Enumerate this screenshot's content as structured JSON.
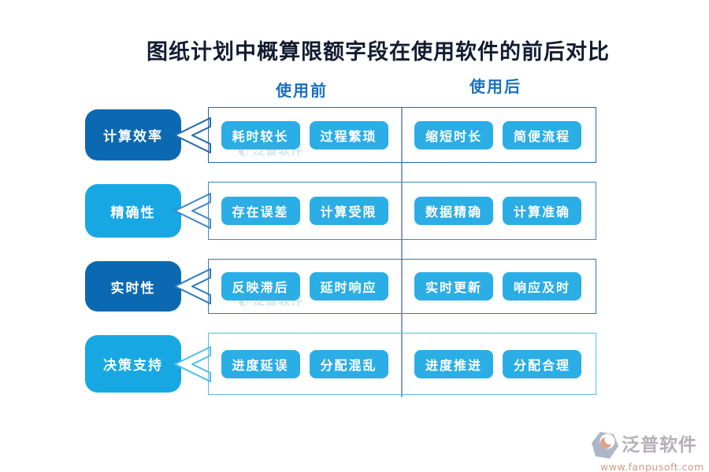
{
  "title": "图纸计划中概算限额字段在使用软件的前后对比",
  "columns": {
    "before": "使用前",
    "after": "使用后"
  },
  "rows": [
    {
      "category": "计算效率",
      "before": [
        "耗时较长",
        "过程繁琐"
      ],
      "after": [
        "缩短时长",
        "简便流程"
      ]
    },
    {
      "category": "精确性",
      "before": [
        "存在误差",
        "计算受限"
      ],
      "after": [
        "数据精确",
        "计算准确"
      ]
    },
    {
      "category": "实时性",
      "before": [
        "反映滞后",
        "延时响应"
      ],
      "after": [
        "实时更新",
        "响应及时"
      ]
    },
    {
      "category": "决策支持",
      "before": [
        "进度延误",
        "分配混乱"
      ],
      "after": [
        "进度推进",
        "分配合理"
      ]
    }
  ],
  "watermark": "泛普软件",
  "footer": {
    "brand": "泛普软件",
    "url": "www.fanpusoft.com"
  },
  "colors": {
    "category_dark": "#0b69b2",
    "category_light": "#17a8e4",
    "item_button": "#2bade6",
    "divider": "#8aa0b6",
    "header_text": "#1b70c0",
    "title_text": "#121c31",
    "footer_brand": "#a29ca6",
    "footer_url": "#cd7e63"
  }
}
